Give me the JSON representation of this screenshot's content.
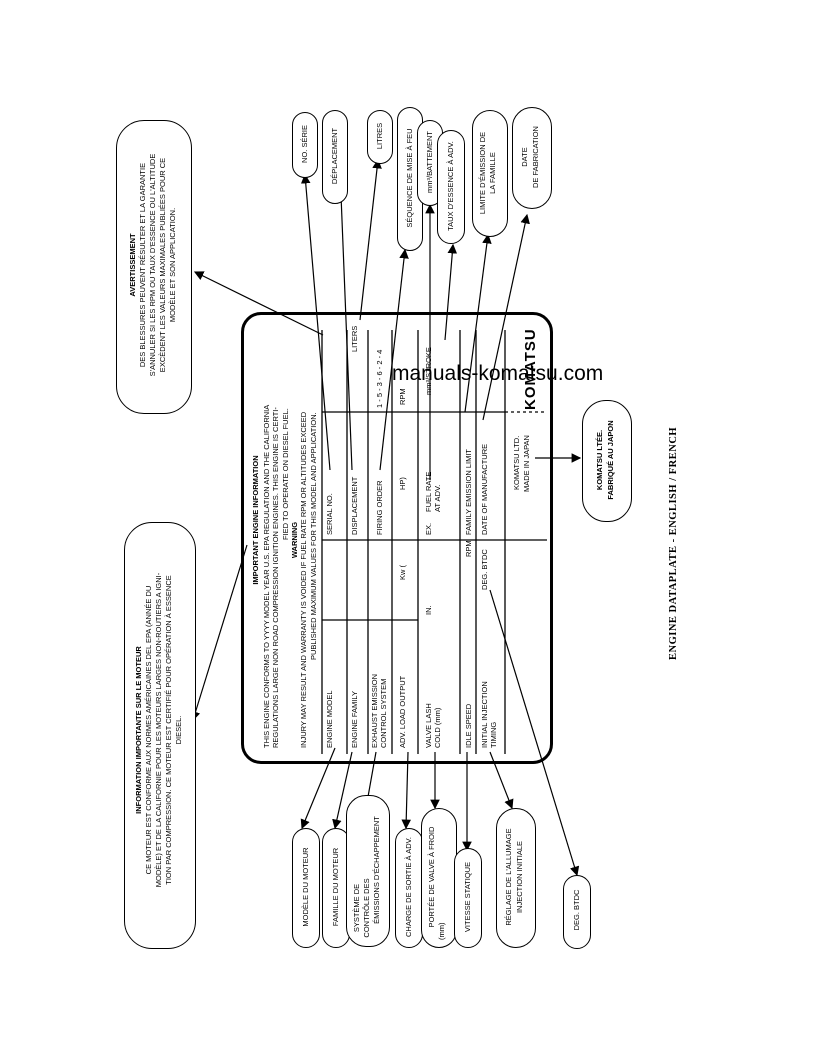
{
  "caption": "ENGINE DATAPLATE - ENGLISH / FRENCH",
  "watermark": "manuals-komatsu.com",
  "plate": {
    "info_title": "IMPORTANT ENGINE INFORMATION",
    "info_text_1": "THIS ENGINE CONFORMS TO YYYY MODEL YEAR U.S. EPA REGULATION AND THE CALIFORNIA",
    "info_text_2": "REGULATIONS LARGE NON ROAD COMPRESSION IGNITION ENGINES. THIS ENGINE IS CERTI-",
    "info_text_3": "FIED TO OPERATE ON DIESEL FUEL.",
    "warning_title": "WARNING",
    "warning_text_1": "INJURY MAY RESULT AND WARRANTY IS VOIDED IF FUEL RATE RPM OR ALTITUDES EXCEED",
    "warning_text_2": "PUBLISHED MAXIMUM VALUES FOR THIS MODEL AND APPLICATION.",
    "engine_model": "ENGINE MODEL",
    "serial_no": "SERIAL NO.",
    "engine_family": "ENGINE FAMILY",
    "displacement": "DISPLACEMENT",
    "liters": "LITERS",
    "exhaust_1": "EXHAUST EMISSION",
    "exhaust_2": "CONTROL SYSTEM",
    "firing_order": "FIRING ORDER",
    "firing_value": "1 - 5 - 3 - 6 - 2 - 4",
    "adv_load": "ADV. LOAD OUTPUT",
    "kw": "Kw  (",
    "hp": "HP)",
    "rpm": "RPM",
    "valve_1": "VALVE LASH",
    "valve_2": "COLD (mm)",
    "in": "IN.",
    "ex": "EX.",
    "fuel_1": "FUEL RATE",
    "fuel_2": "AT ADV.",
    "stroke": "mm³/STROKE",
    "idle": "IDLE SPEED",
    "rpm2": "RPM",
    "family_limit": "FAMILY EMISSION LIMIT",
    "inj_1": "INITIAL INJECTION",
    "inj_2": "TIMING",
    "deg_btdc": "DEG. BTDC",
    "date_mfg": "DATE OF MANUFACTURE",
    "komatsu_ltd": "KOMATSU LTD.",
    "made_japan": "MADE IN JAPAN",
    "logo": "KOMATSU"
  },
  "box_info_fr": {
    "title": "INFORMATION IMPORTANTE SUR LE MOTEUR",
    "l1": "CE MOTEUR EST CONFORME AUX NORMES AMÉRICAINES DEL EPA (ANNÉE DU",
    "l2": "MODÈLE) ET DE LA CALIFORNIE POUR LES MOTEURS LARGES NON-ROUTIERS A IGNI-",
    "l3": "TION PAR COMPRESSION. CE MOTEUR EST CERTIFIÉ POUR OPÉRATION À ESSENCE",
    "l4": "DIESEL."
  },
  "box_warning_fr": {
    "title": "AVERTISSEMENT",
    "l1": "DES BLESSURES PEUVENT RÉSULTER ET LA GARANTIE",
    "l2": "S'ANNULER SI LES RPM OU TAUX D'ESSENCE OU L'ALTITUDE",
    "l3": "EXCÈDENT LES VALEURS MAXIMALES PUBLIÉES POUR CE",
    "l4": "MODÈLE ET SON APPLICATION."
  },
  "box_komatsu_fr": {
    "l1": "KOMATSU LTÉE.",
    "l2": "FABRIQUÉ AU JAPON"
  },
  "labels_top": {
    "no_serie": "NO. SÉRIE",
    "deplacement": "DÉPLACEMENT",
    "litres": "LITRES",
    "sequence": "SÉQUENCE DE MISE À FEU",
    "battement": "mm³/BATTEMENT",
    "taux": "TAUX D'ESSENCE À ADV.",
    "limite_1": "LIMITE D'ÉMISSION DE",
    "limite_2": "LA FAMILLE",
    "date_1": "DATE",
    "date_2": "DE FABRICATION"
  },
  "labels_bottom": {
    "modele": "MODÈLE DU MOTEUR",
    "famille": "FAMILLE DU MOTEUR",
    "systeme_1": "SYSTÈME DE",
    "systeme_2": "CONTRÔLE DES",
    "systeme_3": "ÉMISSIONS D'ÉCHAPPEMENT",
    "charge": "CHARGE DE SORTIE À ADV.",
    "portee_1": "PORTÉE DE VALVE À FROID",
    "portee_2": "(mm)",
    "vitesse": "VITESSE STATIQUE",
    "reglage_1": "RÉGLAGE DE L'ALLUMAGE",
    "reglage_2": "INJECTION INITIALE",
    "deg": "DEG. BTDC"
  }
}
